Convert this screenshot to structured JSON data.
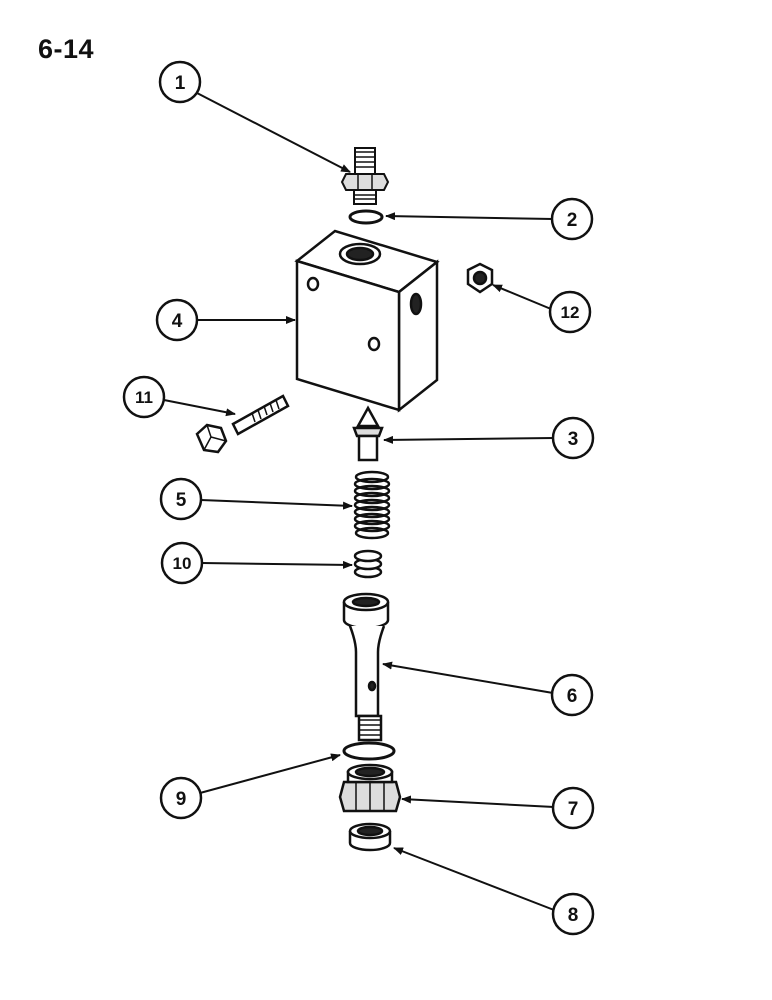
{
  "page": {
    "title": "6-14"
  },
  "callouts": [
    {
      "id": "callout-1",
      "label": "1"
    },
    {
      "id": "callout-2",
      "label": "2"
    },
    {
      "id": "callout-3",
      "label": "3"
    },
    {
      "id": "callout-4",
      "label": "4"
    },
    {
      "id": "callout-5",
      "label": "5"
    },
    {
      "id": "callout-6",
      "label": "6"
    },
    {
      "id": "callout-7",
      "label": "7"
    },
    {
      "id": "callout-8",
      "label": "8"
    },
    {
      "id": "callout-9",
      "label": "9"
    },
    {
      "id": "callout-10",
      "label": "10"
    },
    {
      "id": "callout-11",
      "label": "11"
    },
    {
      "id": "callout-12",
      "label": "12"
    }
  ]
}
